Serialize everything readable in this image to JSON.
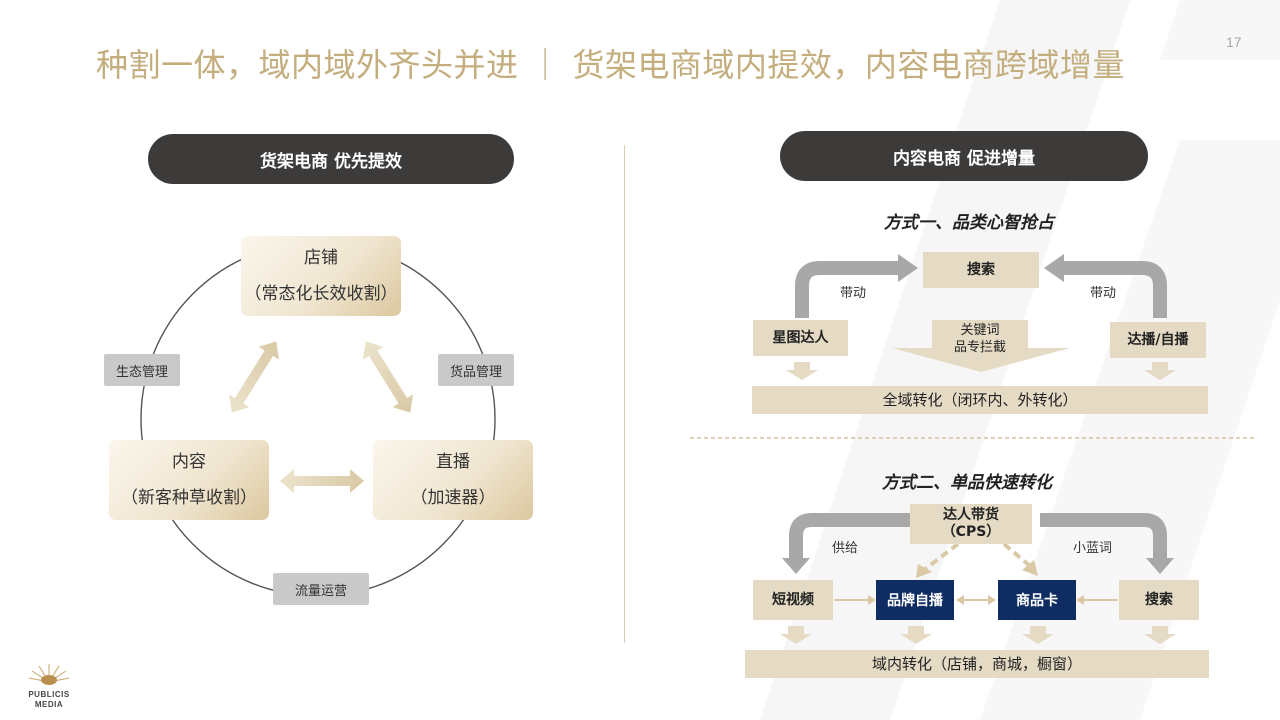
{
  "title": "种割一体，域内域外齐头并进 ｜ 货架电商域内提效，内容电商跨域增量",
  "page_number": "17",
  "left": {
    "header": "货架电商 优先提效",
    "nodes": {
      "store": {
        "line1": "店铺",
        "line2": "（常态化长效收割）"
      },
      "content": {
        "line1": "内容",
        "line2": "（新客种草收割）"
      },
      "live": {
        "line1": "直播",
        "line2": "（加速器）"
      }
    },
    "tags": {
      "eco": "生态管理",
      "goods": "货品管理",
      "traffic": "流量运营"
    }
  },
  "right": {
    "header": "内容电商 促进增量",
    "method1": {
      "title": "方式一、品类心智抢占",
      "search": "搜索",
      "left_source": "星图达人",
      "right_source": "达播/自播",
      "drive_left": "带动",
      "drive_right": "带动",
      "keyword_line1": "关键词",
      "keyword_line2": "品专拦截",
      "conversion": "全域转化（闭环内、外转化）"
    },
    "method2": {
      "title": "方式二、单品快速转化",
      "top_line1": "达人带货",
      "top_line2": "（CPS）",
      "supply": "供给",
      "blue_word": "小蓝词",
      "short_video": "短视频",
      "brand_live": "品牌自播",
      "product_card": "商品卡",
      "search": "搜索",
      "conversion": "域内转化（店铺，商城，橱窗）"
    }
  },
  "logo": {
    "line1": "PUBLICIS",
    "line2": "MEDIA"
  },
  "colors": {
    "gold": "#c4ae7e",
    "navy": "#0f2d63",
    "beige": "#e5dbc5",
    "dark": "#3d3a3a"
  }
}
